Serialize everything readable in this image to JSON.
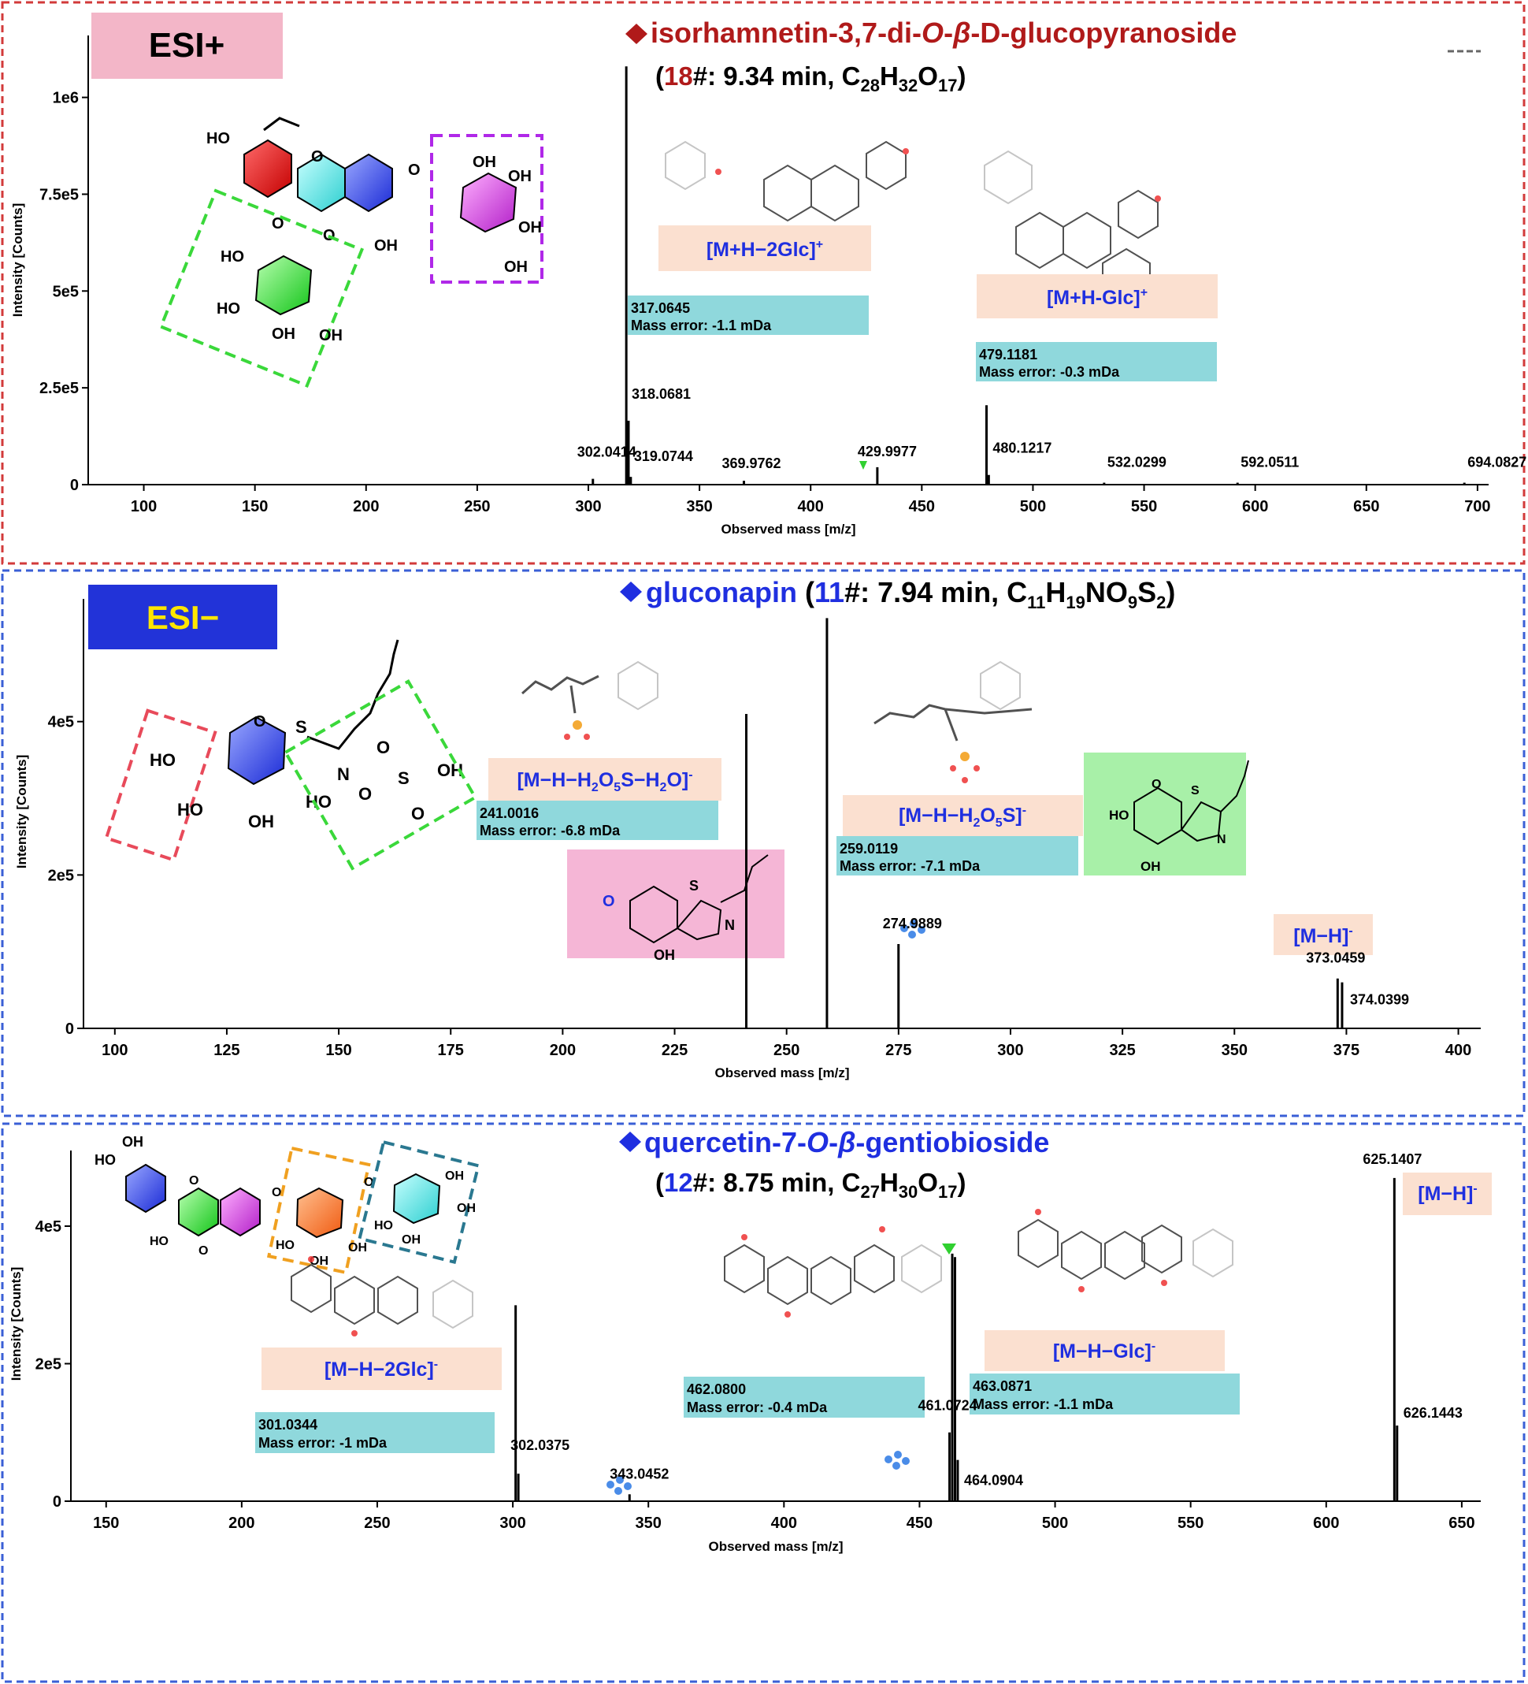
{
  "chart_data": [
    {
      "type": "bar",
      "ionization_label": "ESI+",
      "compound_title": "isorhamnetin-3,7-di-O-β-D-glucopyranoside",
      "subtitle": "(18#: 9.34 min, C28H32O17)",
      "compound_number": "18",
      "retention": "9.34 min",
      "formula": "C28H32O17",
      "xlabel": "Observed mass [m/z]",
      "ylabel": "Intensity [Counts]",
      "xlim": [
        75,
        705
      ],
      "ylim": [
        0,
        1160000
      ],
      "xticks": [
        100,
        150,
        200,
        250,
        300,
        350,
        400,
        450,
        500,
        550,
        600,
        650,
        700
      ],
      "yticks": [
        0,
        250000,
        500000,
        750000,
        1000000
      ],
      "ytick_labels": [
        "0",
        "2.5e5",
        "5e5",
        "7.5e5",
        "1e6"
      ],
      "x": [
        302.0414,
        317.0645,
        318.0681,
        319.0744,
        369.9762,
        429.9977,
        479.1181,
        480.1217,
        532.0299,
        592.0511,
        694.0827
      ],
      "y": [
        15000,
        1080000,
        165000,
        20000,
        10000,
        45000,
        205000,
        25000,
        5000,
        5000,
        5000
      ],
      "peak_labels": [
        {
          "x": 302.0414,
          "y": 15000,
          "text": "302.0414"
        },
        {
          "x": 318.0681,
          "y": 165000,
          "text": "318.0681"
        },
        {
          "x": 319.0744,
          "y": 20000,
          "text": "319.0744"
        },
        {
          "x": 369.9762,
          "y": 10000,
          "text": "369.9762"
        },
        {
          "x": 429.9977,
          "y": 45000,
          "text": "429.9977"
        },
        {
          "x": 480.1217,
          "y": 25000,
          "text": "480.1217"
        },
        {
          "x": 532.0299,
          "y": 5000,
          "text": "532.0299"
        },
        {
          "x": 592.0511,
          "y": 5000,
          "text": "592.0511"
        },
        {
          "x": 694.0827,
          "y": 5000,
          "text": "694.0827"
        }
      ],
      "annotations": [
        {
          "fragment": "[M+H−2Glc]+",
          "mass": "317.0645",
          "error": "Mass error: -1.1 mDa"
        },
        {
          "fragment": "[M+H-Glc]+",
          "mass": "479.1181",
          "error": "Mass error: -0.3 mDa"
        }
      ]
    },
    {
      "type": "bar",
      "ionization_label": "ESI−",
      "compound_title": "gluconapin",
      "subtitle": "(11#: 7.94 min, C11H19NO9S2)",
      "compound_number": "11",
      "retention": "7.94 min",
      "formula": "C11H19NO9S2",
      "xlabel": "Observed mass [m/z]",
      "ylabel": "Intensity [Counts]",
      "xlim": [
        93,
        405
      ],
      "ylim": [
        0,
        560000
      ],
      "xticks": [
        100,
        125,
        150,
        175,
        200,
        225,
        250,
        275,
        300,
        325,
        350,
        375,
        400
      ],
      "yticks": [
        0,
        200000,
        400000
      ],
      "ytick_labels": [
        "0",
        "2e5",
        "4e5"
      ],
      "x": [
        241.0016,
        259.0119,
        274.9889,
        373.0459,
        374.0399
      ],
      "y": [
        410000,
        535000,
        110000,
        65000,
        60000
      ],
      "peak_labels": [
        {
          "x": 274.9889,
          "y": 110000,
          "text": "274.9889"
        },
        {
          "x": 373.0459,
          "y": 65000,
          "text": "373.0459"
        },
        {
          "x": 374.0399,
          "y": 60000,
          "text": "374.0399"
        }
      ],
      "annotations": [
        {
          "fragment": "[M−H−H2O5S−H2O]-",
          "mass": "241.0016",
          "error": "Mass error: -6.8 mDa"
        },
        {
          "fragment": "[M−H−H2O5S]-",
          "mass": "259.0119",
          "error": "Mass error: -7.1 mDa"
        },
        {
          "fragment": "[M−H]-",
          "mass": "",
          "error": ""
        }
      ]
    },
    {
      "type": "bar",
      "ionization_label": "",
      "compound_title": "quercetin-7-O-β-gentiobioside",
      "subtitle": "(12#: 8.75 min, C27H30O17)",
      "compound_number": "12",
      "retention": "8.75 min",
      "formula": "C27H30O17",
      "xlabel": "Observed mass [m/z]",
      "ylabel": "Intensity [Counts]",
      "xlim": [
        137,
        657
      ],
      "ylim": [
        0,
        510000
      ],
      "xticks": [
        150,
        200,
        250,
        300,
        350,
        400,
        450,
        500,
        550,
        600,
        650
      ],
      "yticks": [
        0,
        200000,
        400000
      ],
      "ytick_labels": [
        "0",
        "2e5",
        "4e5"
      ],
      "x": [
        301.0344,
        302.0375,
        343.0452,
        461.0724,
        462.08,
        463.0871,
        464.0904,
        625.1407,
        626.1443
      ],
      "y": [
        285000,
        40000,
        10000,
        100000,
        360000,
        355000,
        60000,
        470000,
        110000
      ],
      "peak_labels": [
        {
          "x": 302.0375,
          "y": 40000,
          "text": "302.0375"
        },
        {
          "x": 343.0452,
          "y": 10000,
          "text": "343.0452"
        },
        {
          "x": 461.0724,
          "y": 100000,
          "text": "461.0724"
        },
        {
          "x": 464.0904,
          "y": 60000,
          "text": "464.0904"
        },
        {
          "x": 625.1407,
          "y": 470000,
          "text": "625.1407"
        },
        {
          "x": 626.1443,
          "y": 110000,
          "text": "626.1443"
        }
      ],
      "annotations": [
        {
          "fragment": "[M−H−2Glc]-",
          "mass": "301.0344",
          "error": "Mass error: -1 mDa"
        },
        {
          "fragment": "[M−H−Glc]-",
          "mass": "463.0871",
          "error": "Mass error: -1.1 mDa"
        },
        {
          "fragment": "",
          "mass": "462.0800",
          "error": "Mass error: -0.4 mDa"
        },
        {
          "fragment": "[M−H]-",
          "mass": "",
          "error": ""
        }
      ]
    }
  ],
  "colors": {
    "esi_pos_border": "#d23a3a",
    "esi_neg_border": "#3a5fd6",
    "esi_pos_box": "#f3b6c8",
    "esi_neg_box": "#2233d8",
    "esi_neg_text": "#ffe600",
    "fragment_box": "#fbe0d0",
    "mass_box": "#8fd8dc",
    "fragment_text": "#1f2fe0",
    "title_red": "#b01a1a",
    "title_blue": "#1f2fe0",
    "green_struct_bg": "#a8f0a8",
    "pink_struct_bg": "#f5b6d6"
  },
  "icons": [
    "diamond-icon",
    "molecule-structure-icon",
    "water-drop-icon",
    "green-triangle-marker-icon"
  ]
}
